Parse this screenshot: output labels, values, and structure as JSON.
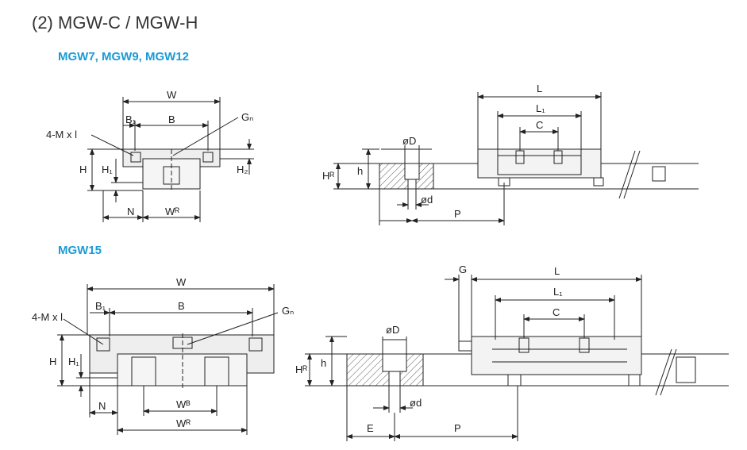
{
  "title": "(2) MGW-C / MGW-H",
  "sections": [
    {
      "heading": "MGW7, MGW9, MGW12"
    },
    {
      "heading": "MGW15"
    }
  ],
  "labels": {
    "W": "W",
    "B": "B",
    "B1": "B₁",
    "Gn": "Gₙ",
    "mxl": "4-M x l",
    "H": "H",
    "H1": "H₁",
    "H2": "H₂",
    "N": "N",
    "WR": "Wᴿ",
    "WB": "Wᴮ",
    "HR": "Hᴿ",
    "h": "h",
    "phiD": "øD",
    "phid": "ød",
    "P": "P",
    "E": "E",
    "G": "G",
    "L": "L",
    "L1": "L₁",
    "C": "C"
  },
  "colors": {
    "heading": "#1a9ad6",
    "line": "#222222"
  }
}
